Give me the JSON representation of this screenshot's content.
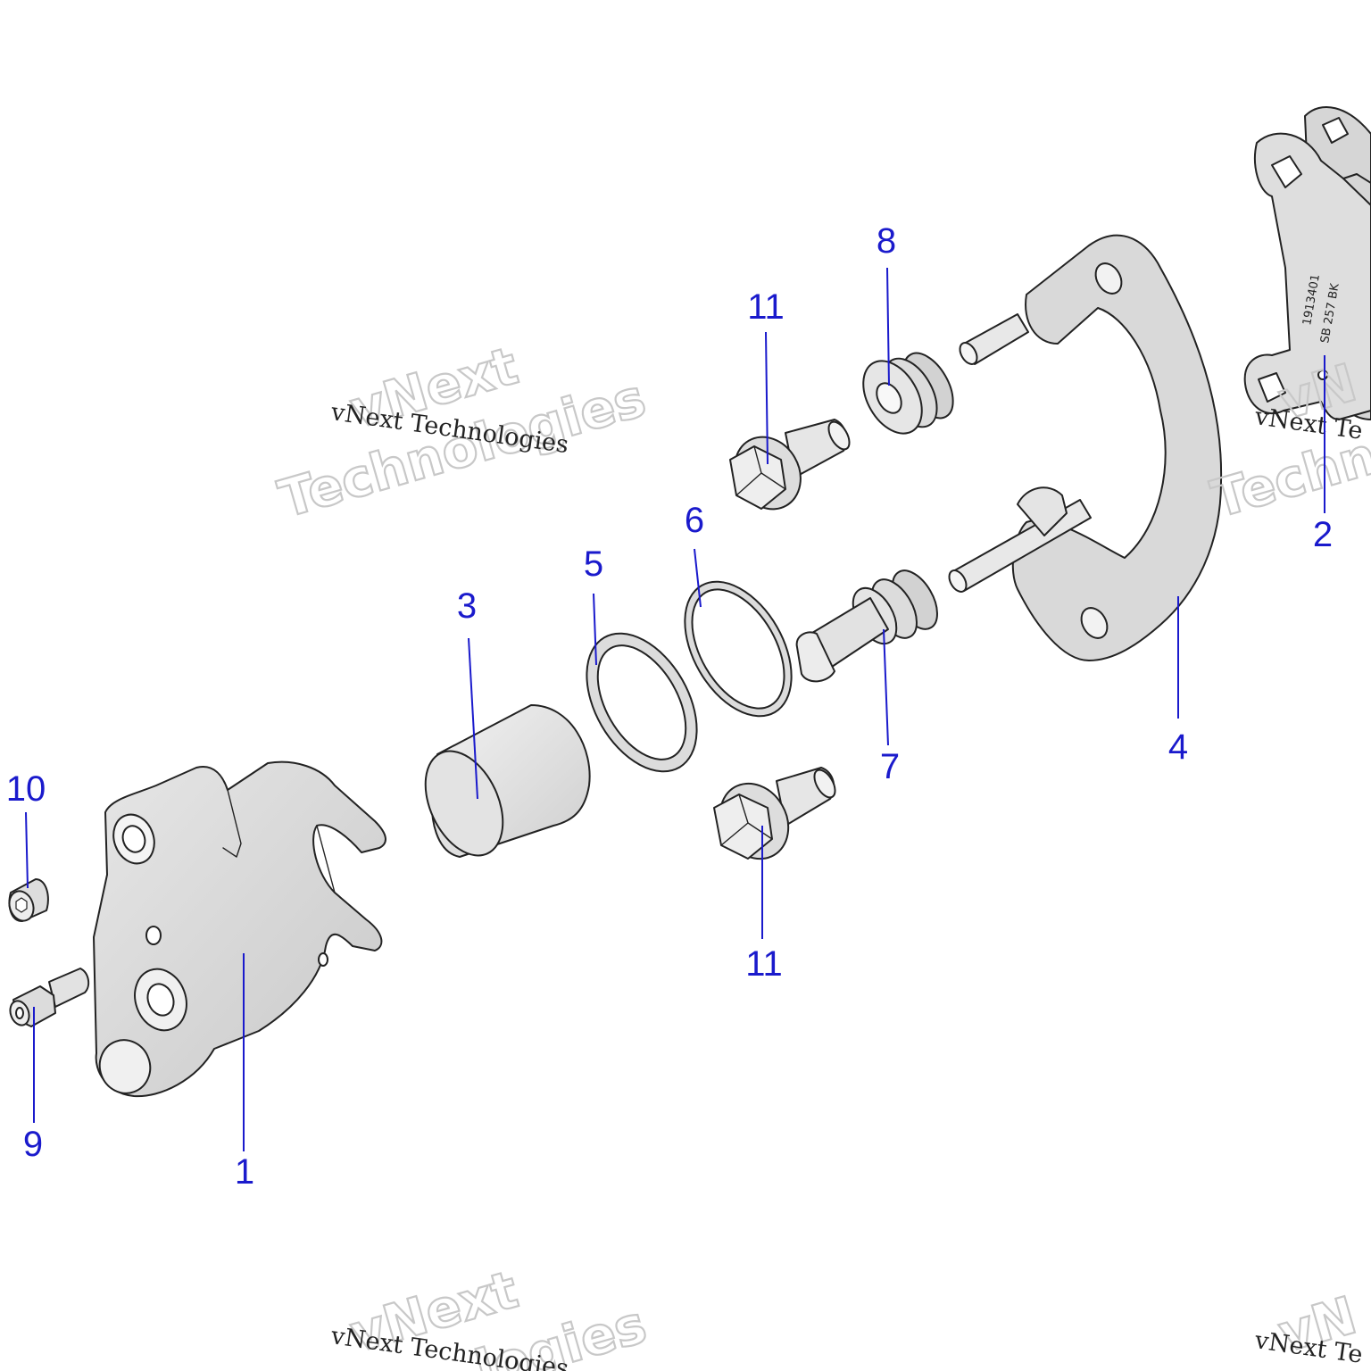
{
  "colors": {
    "background": "#ffffff",
    "part_fill": "#d9d9d9",
    "part_light": "#ececec",
    "part_stroke": "#222222",
    "callout": "#1a1acc",
    "leader": "#1a1acc",
    "watermark_outline": "#c8c8c8"
  },
  "watermark": {
    "brand": "vNext",
    "word": "Technologies",
    "caption": "vNext Technologies",
    "clip_top": "Techn",
    "clip_right": "vN",
    "clip_bottom_word": "logies",
    "clip_bottom_caption": "vNext Technologies",
    "clip_bottom_right_caption": "vNext Te"
  },
  "brake_pad": {
    "stamp_line1": "1913401",
    "stamp_line2": "SB 257 BK"
  },
  "callouts": [
    {
      "id": "1",
      "label": "1",
      "part": "caliper-body"
    },
    {
      "id": "2",
      "label": "2",
      "part": "brake-pad"
    },
    {
      "id": "3",
      "label": "3",
      "part": "piston"
    },
    {
      "id": "4",
      "label": "4",
      "part": "caliper-bracket"
    },
    {
      "id": "5",
      "label": "5",
      "part": "piston-seal"
    },
    {
      "id": "6",
      "label": "6",
      "part": "dust-seal"
    },
    {
      "id": "7",
      "label": "7",
      "part": "slide-pin-boot"
    },
    {
      "id": "8",
      "label": "8",
      "part": "slide-pin-boot-upper"
    },
    {
      "id": "9",
      "label": "9",
      "part": "bleeder-screw"
    },
    {
      "id": "10",
      "label": "10",
      "part": "bleeder-cap"
    },
    {
      "id": "11a",
      "label": "11",
      "part": "flange-bolt-upper"
    },
    {
      "id": "11b",
      "label": "11",
      "part": "flange-bolt-lower"
    }
  ]
}
